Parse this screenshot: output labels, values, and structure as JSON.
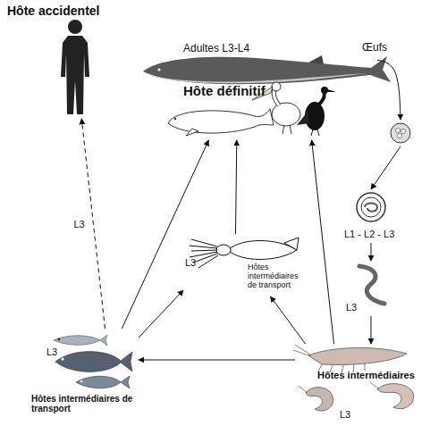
{
  "diagram": {
    "nodes": [
      {
        "text": [
          "Hôte accidentel"
        ]
      },
      {
        "text": [
          "Adultes L3-L4",
          "Hôte définitif"
        ]
      },
      {
        "text": [
          "Œufs"
        ]
      },
      {
        "text": [
          "L1 - L2 - L3"
        ]
      },
      {
        "text": [
          "L3"
        ]
      },
      {
        "text": [
          "L3",
          "Hôtes intermédiaires de transport"
        ]
      },
      {
        "text": [
          "L3",
          "Hôtes intermédiaires de transport"
        ]
      },
      {
        "text": [
          "Hôtes intermédiaires",
          "L3"
        ]
      }
    ],
    "edges": [
      {
        "from": 1,
        "to": 2,
        "arrow": "to"
      },
      {
        "from": 2,
        "to": 3,
        "arrow": "to"
      },
      {
        "from": 3,
        "to": 4,
        "arrow": "to"
      },
      {
        "from": 4,
        "to": 7,
        "arrow": "to"
      },
      {
        "from": 7,
        "to": 6,
        "arrow": "to"
      },
      {
        "from": 7,
        "to": 5,
        "arrow": "to"
      },
      {
        "from": 7,
        "to": 1,
        "arrow": "to"
      },
      {
        "from": 6,
        "to": 5,
        "arrow": "to"
      },
      {
        "from": 6,
        "to": 1,
        "arrow": "to"
      },
      {
        "from": 5,
        "to": 1,
        "arrow": "to"
      },
      {
        "from": 6,
        "to": 0,
        "label": "L3",
        "arrow": "to"
      }
    ]
  }
}
